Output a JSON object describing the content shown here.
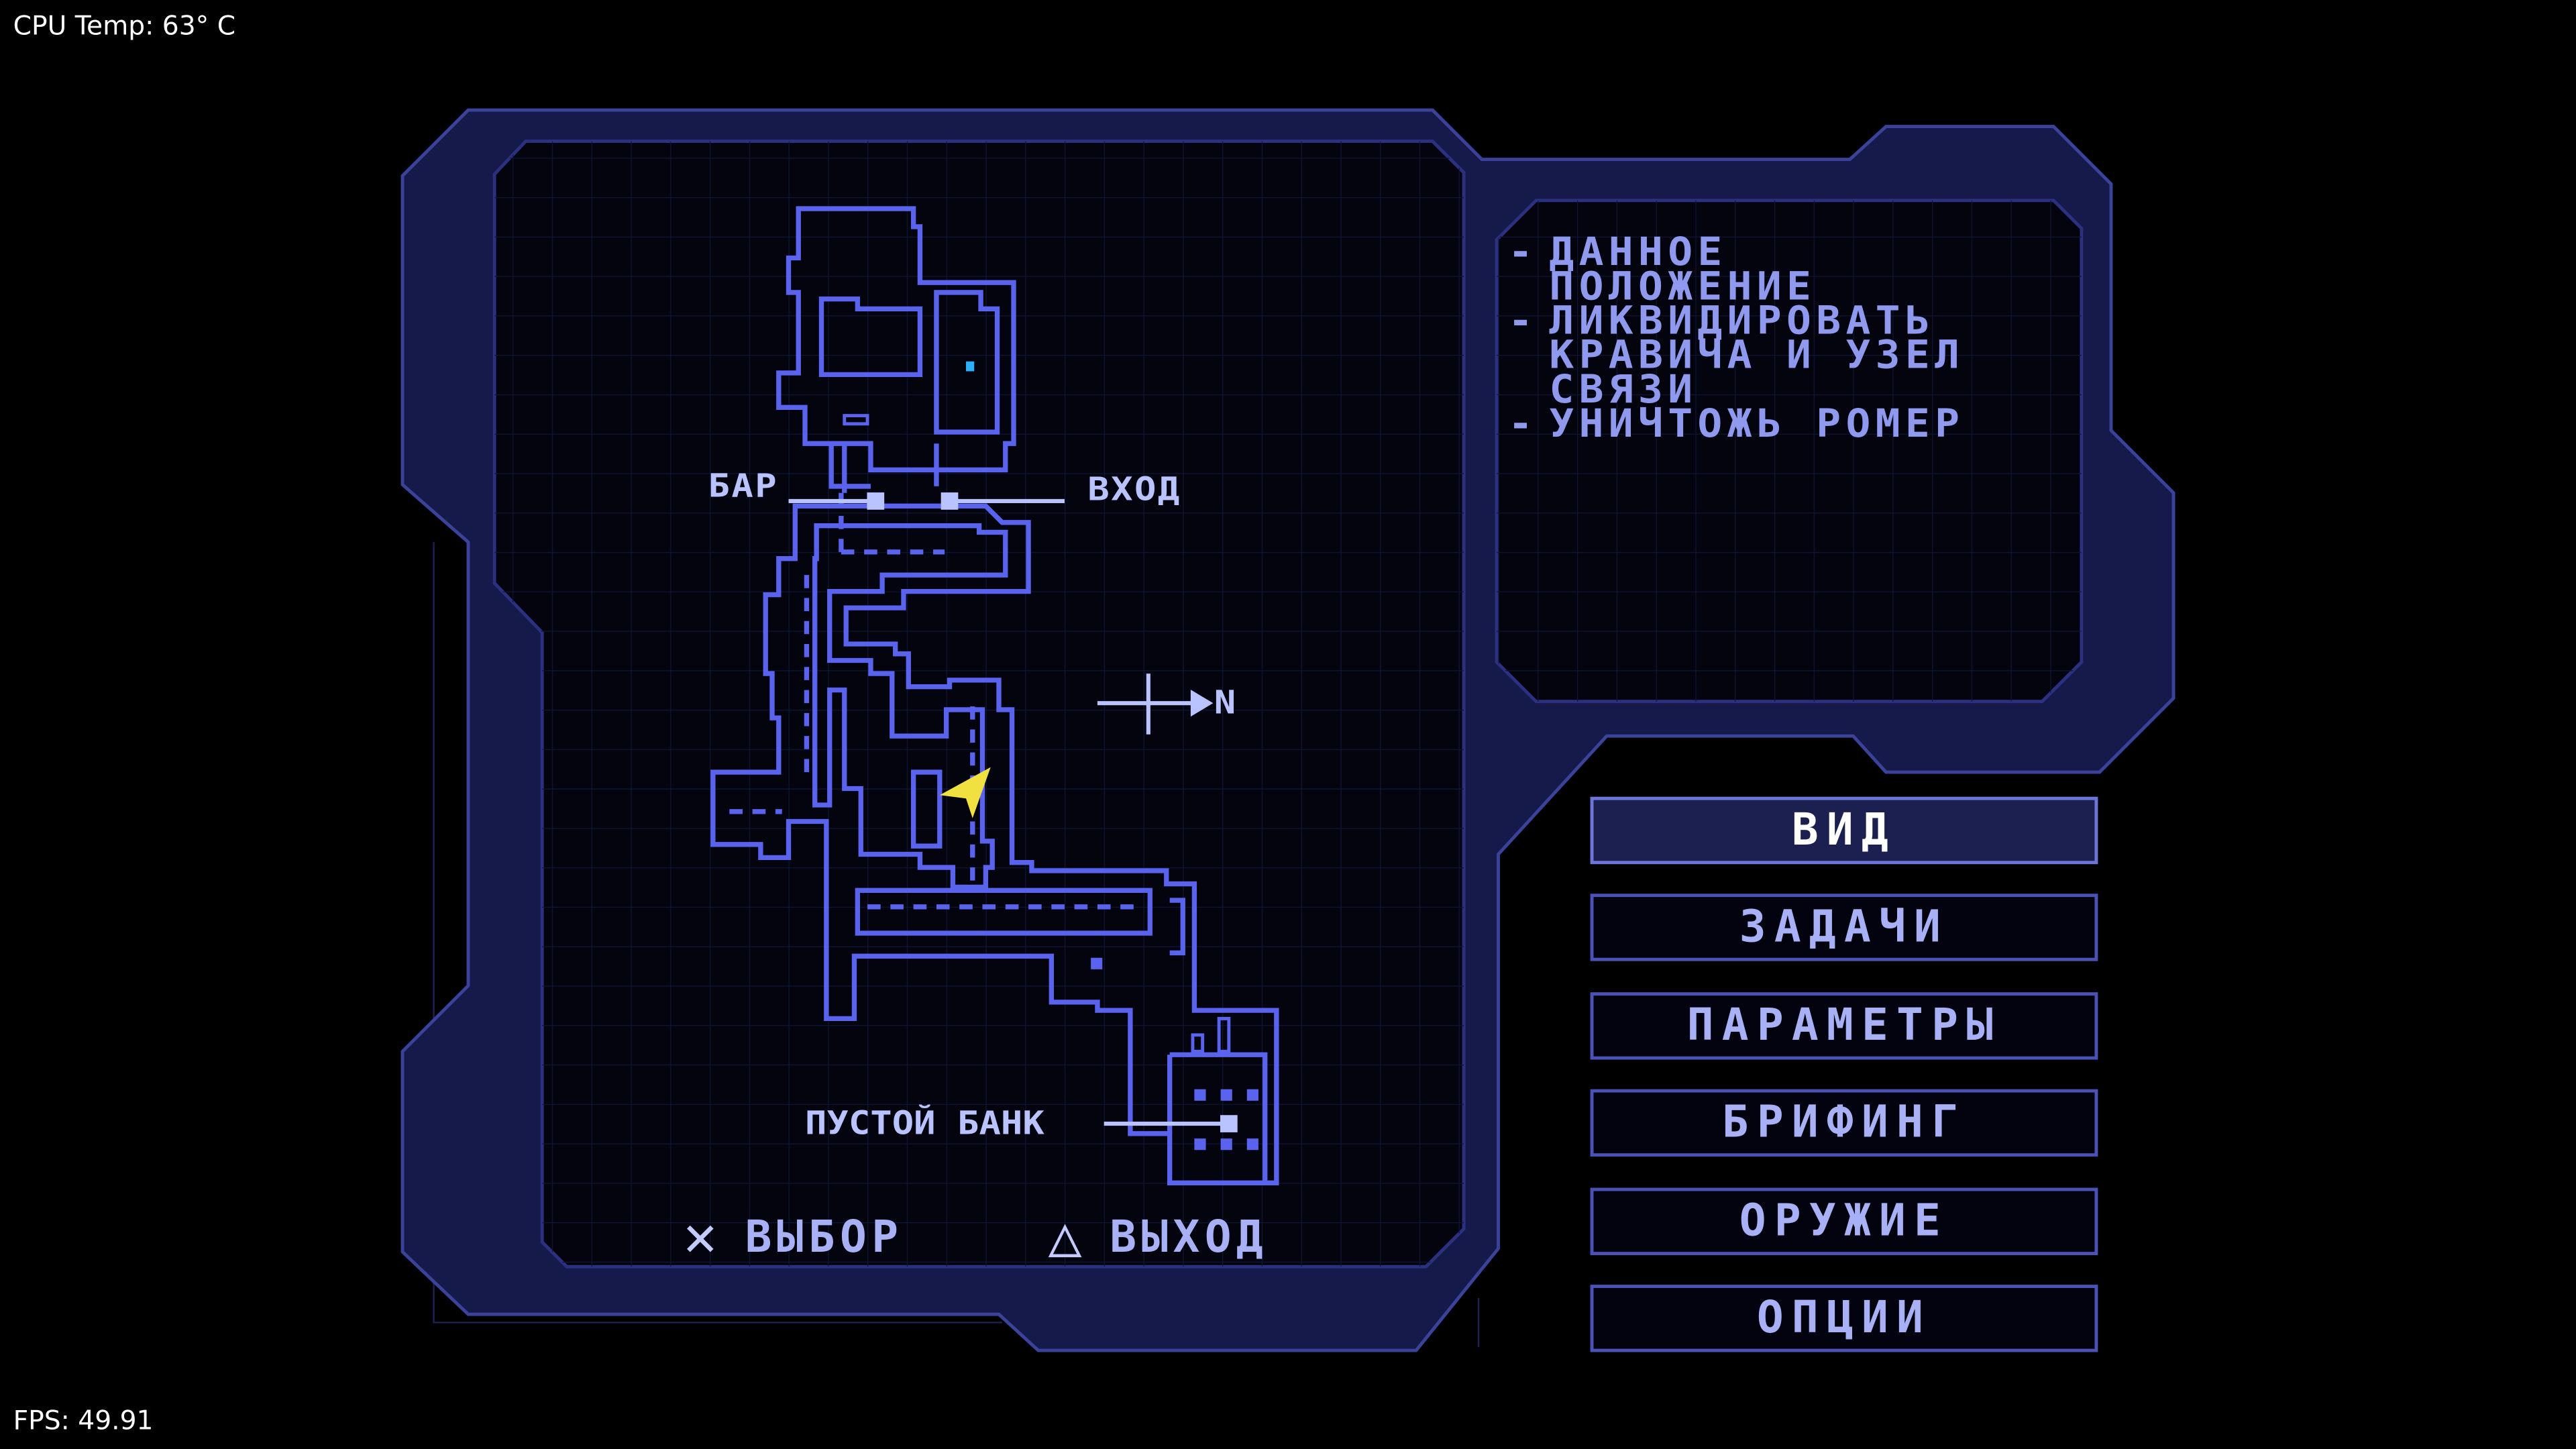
{
  "overlay": {
    "cpu_temp": "CPU Temp: 63° C",
    "fps": "FPS: 49.91"
  },
  "map": {
    "labels": {
      "bar": "БАР",
      "entrance": "ВХОД",
      "empty_bank": "ПУСТОЙ БАНК",
      "north": "N"
    },
    "player_marker_color": "#f0e040",
    "wall_color": "#5a63ee",
    "grid_color": "#101a3a"
  },
  "objectives": [
    {
      "dash": "-",
      "lines": [
        "ДАННОЕ",
        "ПОЛОЖЕНИЕ"
      ]
    },
    {
      "dash": "-",
      "lines": [
        "ЛИКВИДИРОВАТЬ",
        "КРАВИЧА И УЗЕЛ",
        "СВЯЗИ"
      ]
    },
    {
      "dash": "-",
      "lines": [
        "УНИЧТОЖЬ РОМЕР"
      ]
    }
  ],
  "menu": {
    "selected": "ВИД",
    "items": [
      "ВИД",
      "ЗАДАЧИ",
      "ПАРАМЕТРЫ",
      "БРИФИНГ",
      "ОРУЖИЕ",
      "ОПЦИИ"
    ]
  },
  "hints": {
    "select_glyph": "✕",
    "select_label": "ВЫБОР",
    "exit_glyph": "△",
    "exit_label": "ВЫХОД"
  },
  "colors": {
    "frame_fill": "#151a4a",
    "frame_stroke": "#3b429a",
    "screen_bg": "#04040e",
    "accent_text": "#a8b1f5"
  }
}
